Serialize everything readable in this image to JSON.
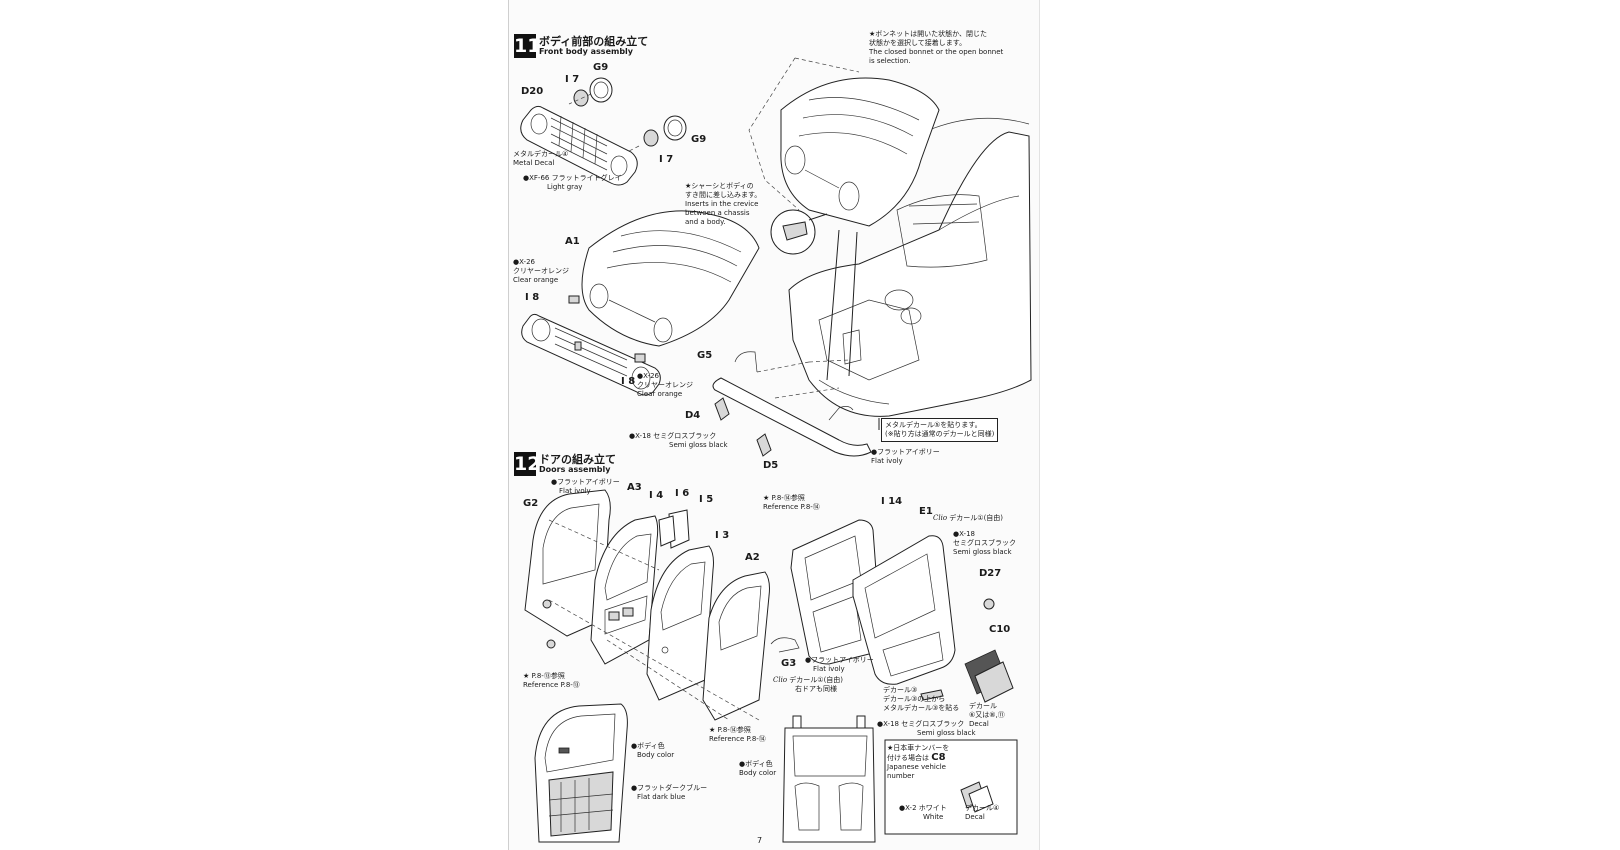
{
  "page_number": "7",
  "step11": {
    "number": "11",
    "title_jp": "ボディ前部の組み立て",
    "title_en": "Front body assembly",
    "bonnet_note": [
      "★ボンネットは開いた状態か、閉じた",
      "状態かを選択して接着します。",
      "The closed bonnet or the open bonnet",
      "is selection."
    ],
    "chassis_note": [
      "★シャーシとボディの",
      "すき間に差し込みます。",
      "Inserts in the crevice",
      "between a chassis",
      "and a body."
    ],
    "metal_decal_note": [
      "メタルデカール⑤を貼ります。",
      "(※貼り方は通常のデカールと同様)"
    ],
    "parts": {
      "d20": "D20",
      "i7a": "I 7",
      "g9a": "G9",
      "i7b": "I 7",
      "g9b": "G9",
      "a1": "A1",
      "i8a": "I 8",
      "i8b": "I 8",
      "g5": "G5",
      "d4": "D4",
      "d5": "D5"
    },
    "notes": {
      "metal4": [
        "メタルデカール④",
        "Metal Decal"
      ],
      "xf66": [
        "●XF-66 フラットライトグレイ",
        "Light gray"
      ],
      "x26a": [
        "●X-26",
        "クリヤーオレンジ",
        "Clear orange"
      ],
      "x26b": [
        "●X-26",
        "クリヤーオレンジ",
        "Clear orange"
      ],
      "x18": [
        "●X-18 セミグロスブラック",
        "Semi gloss black"
      ],
      "ivory": [
        "●フラットアイボリー",
        "Flat ivoly"
      ]
    }
  },
  "step12": {
    "number": "12",
    "title_jp": "ドアの組み立て",
    "title_en": "Doors assembly",
    "parts": {
      "g2": "G2",
      "a3": "A3",
      "i4": "I 4",
      "i6": "I 6",
      "i5": "I 5",
      "i3": "I 3",
      "a2": "A2",
      "g3": "G3",
      "i14": "I 14",
      "e1": "E1",
      "d27": "D27",
      "c10": "C10",
      "c8": "C8"
    },
    "notes": {
      "ivory_top": [
        "●フラットアイボリー",
        "Flat ivoly"
      ],
      "ref13": [
        "★ P.8-⑬参照",
        "Reference P.8-⑬"
      ],
      "ref14a": [
        "★ P.8-⑭参照",
        "Reference P.8-⑭"
      ],
      "ref14b": [
        "★ P.8-⑭参照",
        "Reference P.8-⑭"
      ],
      "clio_decal": [
        "デカール①(自由)"
      ],
      "x18a": [
        "●X-18",
        "セミグロスブラック",
        "Semi gloss black"
      ],
      "ivory_g3": [
        "●フラットアイボリー",
        "Flat ivoly"
      ],
      "right_door": [
        "デカール①(自由)",
        "右ドアも同様"
      ],
      "body_color_a": [
        "●ボディ色",
        "Body color"
      ],
      "dark_blue": [
        "●フラットダークブルー",
        "Flat dark blue"
      ],
      "body_color_b": [
        "●ボディ色",
        "Body color"
      ],
      "decal3": [
        "デカール③",
        "デカール③の上から",
        "メタルデカール③を貼る"
      ],
      "x18b": [
        "●X-18 セミグロスブラック",
        "Semi gloss black"
      ],
      "decal_c10": [
        "デカール",
        "⑥又は⑧,⑪",
        "Decal"
      ],
      "jp_plate": [
        "★日本車ナンバーを",
        "付ける場合は",
        "Japanese vehicle",
        "number"
      ],
      "x2": [
        "●X-2 ホワイト",
        "White"
      ],
      "decal4": [
        "デカール④",
        "Decal"
      ]
    },
    "clio_script": "Clio"
  }
}
